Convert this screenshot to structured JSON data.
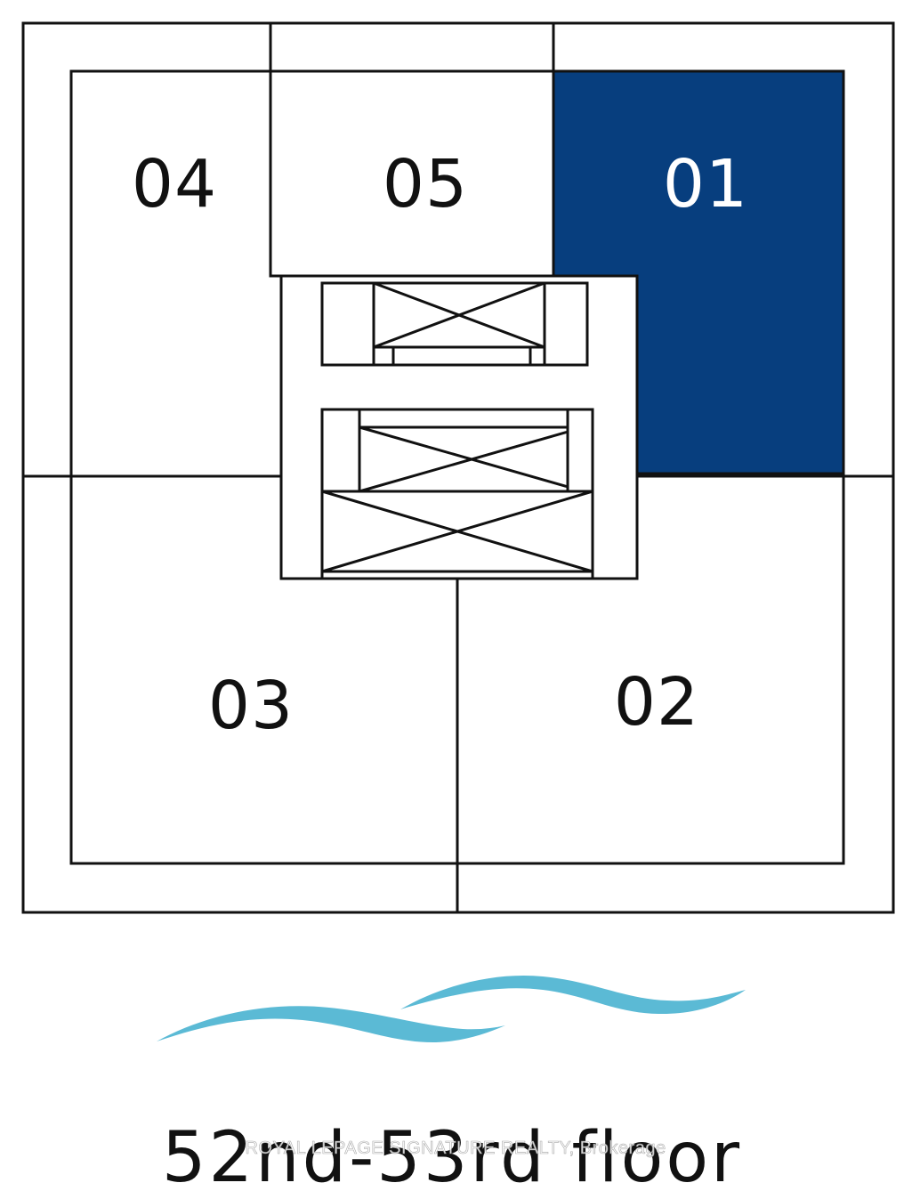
{
  "floor_plan": {
    "units": [
      {
        "id": "04",
        "label": "04",
        "highlighted": false
      },
      {
        "id": "05",
        "label": "05",
        "highlighted": false
      },
      {
        "id": "01",
        "label": "01",
        "highlighted": true
      },
      {
        "id": "03",
        "label": "03",
        "highlighted": false
      },
      {
        "id": "02",
        "label": "02",
        "highlighted": false
      }
    ],
    "highlight_color": "#073E7E",
    "line_color": "#111111",
    "water_color": "#5BBAD5"
  },
  "caption": "52nd-53rd floor",
  "watermark": "ROYAL LEPAGE SIGNATURE REALTY, Brokerage"
}
